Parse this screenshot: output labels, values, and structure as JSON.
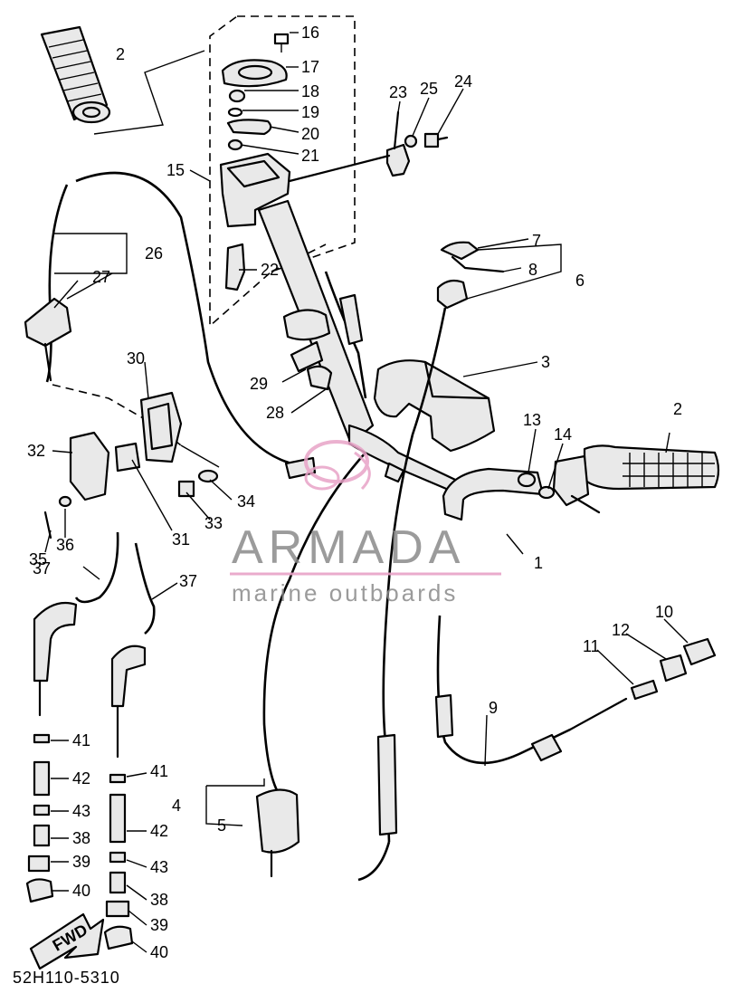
{
  "diagram_code": "52H110-5310",
  "fwd_label": "FWD",
  "watermark": {
    "brand": "ARMADA",
    "tagline": "marine outboards",
    "brand_color": "#8a8a8a",
    "accent_color": "#e8a3c7"
  },
  "callouts": {
    "c1": "1",
    "c2a": "2",
    "c2b": "2",
    "c3": "3",
    "c4": "4",
    "c5": "5",
    "c6": "6",
    "c7": "7",
    "c8": "8",
    "c9": "9",
    "c10": "10",
    "c11": "11",
    "c12": "12",
    "c13": "13",
    "c14": "14",
    "c15": "15",
    "c16": "16",
    "c17": "17",
    "c18": "18",
    "c19": "19",
    "c20": "20",
    "c21": "21",
    "c22": "22",
    "c23": "23",
    "c24": "24",
    "c25": "25",
    "c26": "26",
    "c27": "27",
    "c28": "28",
    "c29": "29",
    "c30": "30",
    "c31": "31",
    "c32": "32",
    "c33": "33",
    "c34": "34",
    "c35": "35",
    "c36": "36",
    "c37a": "37",
    "c37b": "37",
    "c38a": "38",
    "c38b": "38",
    "c39a": "39",
    "c39b": "39",
    "c40a": "40",
    "c40b": "40",
    "c41a": "41",
    "c41b": "41",
    "c42a": "42",
    "c42b": "42",
    "c43a": "43",
    "c43b": "43"
  }
}
